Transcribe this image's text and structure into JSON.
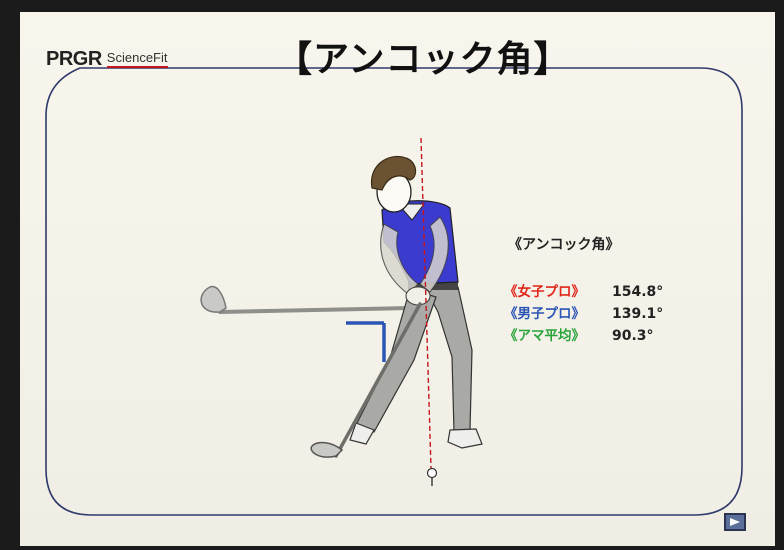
{
  "slide": {
    "title": "【アンコック角】",
    "logo": {
      "main": "PRGR",
      "sub": "ScienceFit"
    }
  },
  "stats": {
    "heading": "《アンコック角》",
    "rows": [
      {
        "label": "《女子プロ》",
        "value": "154.8°",
        "color": "#e0261b"
      },
      {
        "label": "《男子プロ》",
        "value": "139.1°",
        "color": "#2b55b4"
      },
      {
        "label": "《アマ平均》",
        "value": "90.3°",
        "color": "#2aa33a"
      }
    ]
  },
  "colors": {
    "frame_line": "#2f3a6b",
    "shirt": "#3b3bd0",
    "pants": "#a9a9a6",
    "hair": "#6b5232",
    "guide_line": "#c4161c",
    "angle_marker": "#2b55b4",
    "background": "#f4f2e8"
  },
  "icons": {
    "next": "next-arrow-icon"
  }
}
